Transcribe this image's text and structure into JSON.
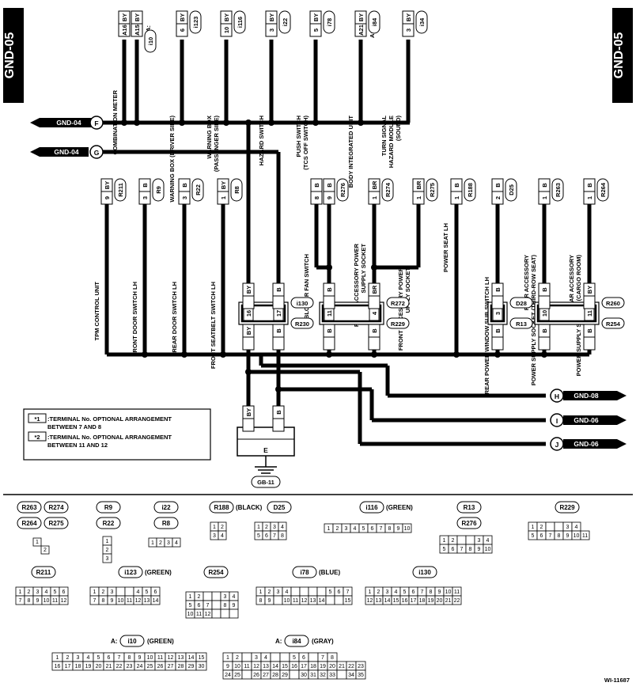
{
  "page_tag": "GND-05",
  "top_bus_label": "GND-04",
  "top_bus_letter": "F",
  "mid_bus_label": "GND-04",
  "mid_bus_letter": "G",
  "top_components": [
    {
      "name": "COMBINATION METER",
      "wires": [
        {
          "color": "BY",
          "pin": "A16"
        },
        {
          "color": "BY",
          "pin": "A15"
        }
      ],
      "conn": "i10",
      "prefix": "A:"
    },
    {
      "name": "WARNING BOX (DRIVER SIDE)",
      "wires": [
        {
          "color": "BY",
          "pin": "6"
        }
      ],
      "conn": "i123"
    },
    {
      "name": "WARNING BOX (PASSENGER SIDE)",
      "wires": [
        {
          "color": "BY",
          "pin": "10"
        }
      ],
      "conn": "i116"
    },
    {
      "name": "HAZARD SWITCH",
      "wires": [
        {
          "color": "BY",
          "pin": "3"
        }
      ],
      "conn": "i22"
    },
    {
      "name": "PUSH SWITCH (TCS OFF SWITCH)",
      "wires": [
        {
          "color": "BY",
          "pin": "5"
        }
      ],
      "conn": "i78"
    },
    {
      "name": "BODY INTEGRATED UNIT",
      "wires": [
        {
          "color": "BY",
          "pin": "A21"
        }
      ],
      "conn": "i84",
      "prefix": "A:"
    },
    {
      "name": "TURN SIGNAL HAZARD MODULE (SOUND)",
      "wires": [
        {
          "color": "BY",
          "pin": "3"
        }
      ],
      "conn": "i34"
    }
  ],
  "mid_components": [
    {
      "name": "TPM CONTROL UNIT",
      "wires": [
        {
          "color": "BY",
          "pin": "9"
        }
      ],
      "conn": "R211"
    },
    {
      "name": "FRONT DOOR SWITCH LH",
      "wires": [
        {
          "color": "B",
          "pin": "3"
        }
      ],
      "conn": "R9"
    },
    {
      "name": "REAR DOOR SWITCH LH",
      "wires": [
        {
          "color": "B",
          "pin": "3"
        }
      ],
      "conn": "R22"
    },
    {
      "name": "FRONT SEATBELT SWITCH LH",
      "wires": [
        {
          "color": "BY",
          "pin": "1"
        }
      ],
      "conn": "R8"
    },
    {
      "name": "BLOWER FAN SWITCH",
      "wires": [
        {
          "color": "B",
          "pin": "8"
        },
        {
          "color": "B",
          "pin": "9"
        }
      ],
      "conn": "R276"
    },
    {
      "name": "FRONT ACCESSORY POWER SUPPLY SOCKET",
      "wires": [
        {
          "color": "BR",
          "pin": "1"
        }
      ],
      "conn": "R274"
    },
    {
      "name": "FRONT ACCESSORY POWER UPPLY SOCKET",
      "wires": [
        {
          "color": "BR",
          "pin": "1"
        }
      ],
      "conn": "R275"
    },
    {
      "name": "POWER SEAT LH",
      "wires": [
        {
          "color": "B",
          "pin": "1"
        }
      ],
      "conn": "R188"
    },
    {
      "name": "REAR POWER WINDOW SUB SWITCH LH",
      "wires": [
        {
          "color": "B",
          "pin": "2"
        }
      ],
      "conn": "D25"
    },
    {
      "name": "REAR ACCESSORY POWER SUPPLY SOCKET (THIRD-ROW SEAT)",
      "wires": [
        {
          "color": "B",
          "pin": "1"
        }
      ],
      "conn": "R263"
    },
    {
      "name": "REAR ACCESSORY POWER SUPPLY SOCKET (CARGO ROOM)",
      "wires": [
        {
          "color": "B",
          "pin": "1"
        }
      ],
      "conn": "R264"
    }
  ],
  "joints": [
    {
      "top_color": "BY",
      "top_pin": "16",
      "bot_color": "BY",
      "bot_pin": "17",
      "top_conn": "i130",
      "bot_conn": "R230"
    },
    {
      "top_color": "B",
      "top_pin": "11",
      "bot_color": "B",
      "bot_pin": "4",
      "top_conn": "R272",
      "bot_conn": "R229",
      "top_color2": "BR"
    },
    {
      "top_conn": "D28",
      "bot_conn": "R13",
      "pin": "3",
      "color": "B"
    },
    {
      "top_conn": "R260",
      "bot_conn": "R254",
      "pin_a": "10",
      "pin_b": "11",
      "color": "B"
    }
  ],
  "joint_labels": {
    "j1_wires": [
      "BY",
      "B"
    ],
    "j1_pins": [
      "16",
      "17"
    ],
    "j1_conns": [
      "i130",
      "R230"
    ],
    "j2_wires": [
      "B",
      "BR"
    ],
    "j2_pins": [
      "11",
      "4"
    ],
    "j2_conns": [
      "R272",
      "R229"
    ],
    "j3_wires": [
      "B"
    ],
    "j3_pins": [
      "3"
    ],
    "j3_conns": [
      "D28",
      "R13"
    ],
    "j4_wires": [
      "B",
      "BY"
    ],
    "j4_pins": [
      "10",
      "11"
    ],
    "j4_conns": [
      "R260",
      "R254"
    ]
  },
  "outputs": [
    {
      "letter": "H",
      "label": "GND-08"
    },
    {
      "letter": "I",
      "label": "GND-06"
    },
    {
      "letter": "J",
      "label": "GND-06"
    }
  ],
  "ground": {
    "letter": "E",
    "label": "GB-11",
    "wires": [
      "BY",
      "B"
    ]
  },
  "notes": [
    {
      "mark": "*1",
      "text": ":TERMINAL No. OPTIONAL ARRANGEMENT",
      "text2": "BETWEEN 7 AND 8"
    },
    {
      "mark": "*2",
      "text": ":TERMINAL No. OPTIONAL ARRANGEMENT",
      "text2": "BETWEEN 11 AND 12"
    }
  ],
  "connectors": {
    "c1": {
      "titles": [
        "R263",
        "R274",
        "R264",
        "R275"
      ],
      "pins": [
        "1",
        "2"
      ]
    },
    "c2": {
      "titles": [
        "R9",
        "R22"
      ],
      "pins": [
        "1",
        "2",
        "3"
      ]
    },
    "c3": {
      "titles": [
        "i22",
        "R8"
      ],
      "pins": [
        "1",
        "2",
        "3",
        "4"
      ]
    },
    "c4": {
      "title": "R188",
      "color": "(BLACK)",
      "title2": "D25",
      "pins_a": [
        "1",
        "2",
        "3",
        "4"
      ],
      "pins_b": [
        "1",
        "2",
        "3",
        "4",
        "5",
        "6",
        "7",
        "8"
      ]
    },
    "c5": {
      "title": "i116",
      "color": "(GREEN)",
      "pins": [
        "1",
        "2",
        "3",
        "4",
        "5",
        "6",
        "7",
        "8",
        "9",
        "10"
      ]
    },
    "c6": {
      "titles": [
        "R13",
        "R276"
      ],
      "pins": [
        "1",
        "2",
        "3",
        "4",
        "5",
        "6",
        "7",
        "8",
        "9",
        "10"
      ]
    },
    "c7": {
      "title": "R229",
      "pins": [
        "1",
        "2",
        "3",
        "4",
        "5",
        "6",
        "7",
        "8",
        "9",
        "10",
        "11"
      ]
    },
    "c8": {
      "title": "R211",
      "pins": [
        "1",
        "2",
        "3",
        "4",
        "5",
        "6",
        "7",
        "8",
        "9",
        "10",
        "11",
        "12"
      ]
    },
    "c9": {
      "title": "i123",
      "color": "(GREEN)",
      "pins": [
        "1",
        "2",
        "3",
        "4",
        "5",
        "6",
        "7",
        "8",
        "9",
        "10",
        "11",
        "12",
        "13",
        "14"
      ]
    },
    "c10": {
      "title": "R254",
      "pins": [
        "1",
        "2",
        "3",
        "4",
        "5",
        "6",
        "7",
        "8",
        "9",
        "10",
        "11",
        "12"
      ]
    },
    "c11": {
      "title": "i78",
      "color": "(BLUE)",
      "pins": [
        "1",
        "2",
        "3",
        "4",
        "5",
        "6",
        "7",
        "8",
        "9",
        "10",
        "11",
        "12",
        "13",
        "14",
        "15"
      ]
    },
    "c12": {
      "title": "i130",
      "pins": [
        "1",
        "2",
        "3",
        "4",
        "5",
        "6",
        "7",
        "8",
        "9",
        "10",
        "11",
        "12",
        "13",
        "14",
        "15",
        "16",
        "17",
        "18",
        "19",
        "20",
        "21",
        "22"
      ]
    },
    "c13": {
      "prefix": "A:",
      "title": "i10",
      "color": "(GREEN)",
      "pins": [
        "1",
        "2",
        "3",
        "4",
        "5",
        "6",
        "7",
        "8",
        "9",
        "10",
        "11",
        "12",
        "13",
        "14",
        "15",
        "16",
        "17",
        "18",
        "19",
        "20",
        "21",
        "22",
        "23",
        "24",
        "25",
        "26",
        "27",
        "28",
        "29",
        "30"
      ]
    },
    "c14": {
      "prefix": "A:",
      "title": "i84",
      "color": "(GRAY)",
      "pins": [
        "1",
        "2",
        "3",
        "4",
        "5",
        "6",
        "7",
        "8",
        "9",
        "10",
        "11",
        "12",
        "13",
        "14",
        "15",
        "16",
        "17",
        "18",
        "19",
        "20",
        "21",
        "22",
        "23",
        "24",
        "25",
        "26",
        "27",
        "28",
        "29",
        "30",
        "31",
        "32",
        "33",
        "34",
        "35"
      ]
    }
  },
  "figure_id": "WI-11687"
}
